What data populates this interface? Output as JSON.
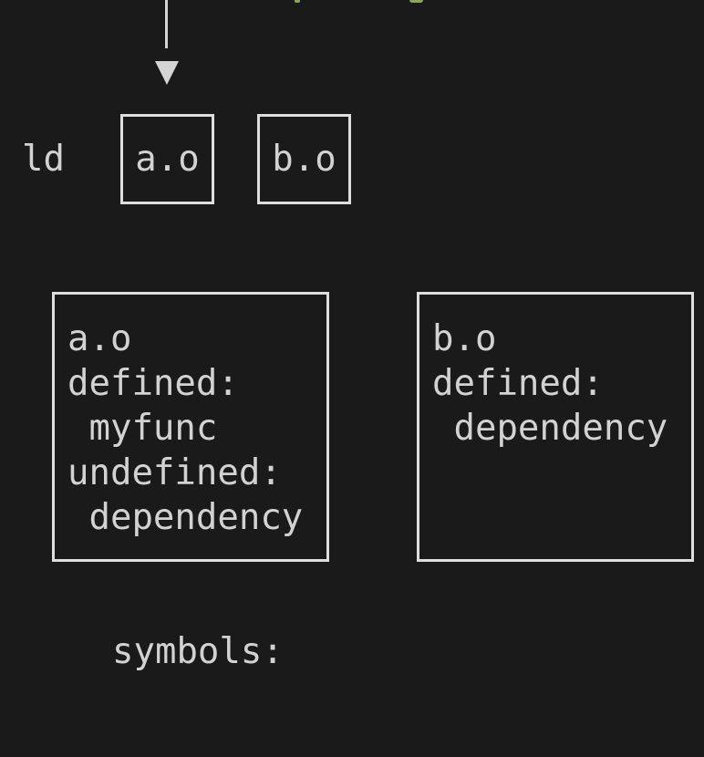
{
  "theme": {
    "background": "#1a1a1a",
    "text_color": "#d2d2d2",
    "box_border": "#dedede",
    "arrow_color": "#d4d4d4",
    "green_fragment": "#8ca653"
  },
  "linker": {
    "label": "ld",
    "inputs": [
      {
        "name": "a.o"
      },
      {
        "name": "b.o"
      }
    ]
  },
  "symbol_tables": [
    {
      "lines": [
        "a.o",
        "defined:",
        " myfunc",
        "undefined:",
        " dependency"
      ]
    },
    {
      "lines": [
        "b.o",
        "defined:",
        " dependency"
      ]
    }
  ],
  "caption": {
    "label": "symbols:"
  }
}
